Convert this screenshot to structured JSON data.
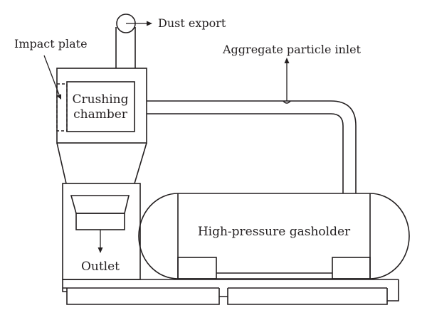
{
  "labels": {
    "dust_export": "Dust export",
    "impact_plate": "Impact plate",
    "aggregate_inlet": "Aggregate particle inlet",
    "crushing_line1": "Crushing",
    "crushing_line2": "chamber",
    "gasholder": "High-pressure gasholder",
    "outlet": "Outlet"
  },
  "colors": {
    "line": "#231f20",
    "background": "#ffffff"
  }
}
